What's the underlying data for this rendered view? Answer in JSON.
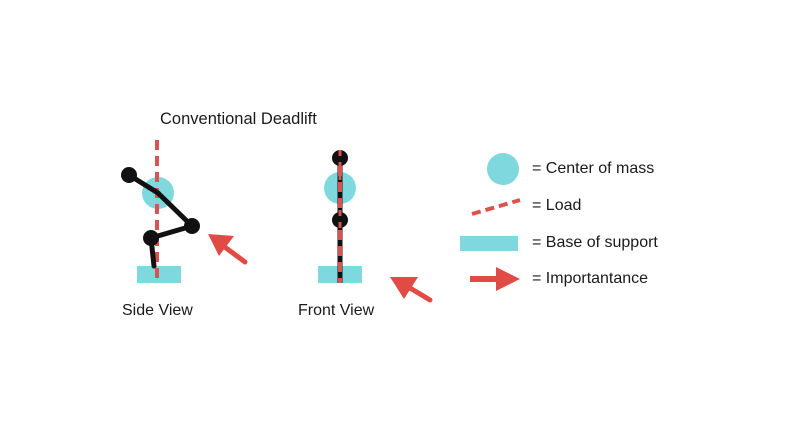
{
  "title": "Conventional Deadlift",
  "views": {
    "side_label": "Side View",
    "front_label": "Front View"
  },
  "legend": {
    "center_of_mass": "= Center of mass",
    "load": "= Load",
    "base_of_support": "= Base of support",
    "importance": "= Importantance"
  },
  "colors": {
    "center_of_mass": "#7fd8dd",
    "load": "#d9534f",
    "arrow": "#e24b45",
    "joint": "#111111"
  }
}
